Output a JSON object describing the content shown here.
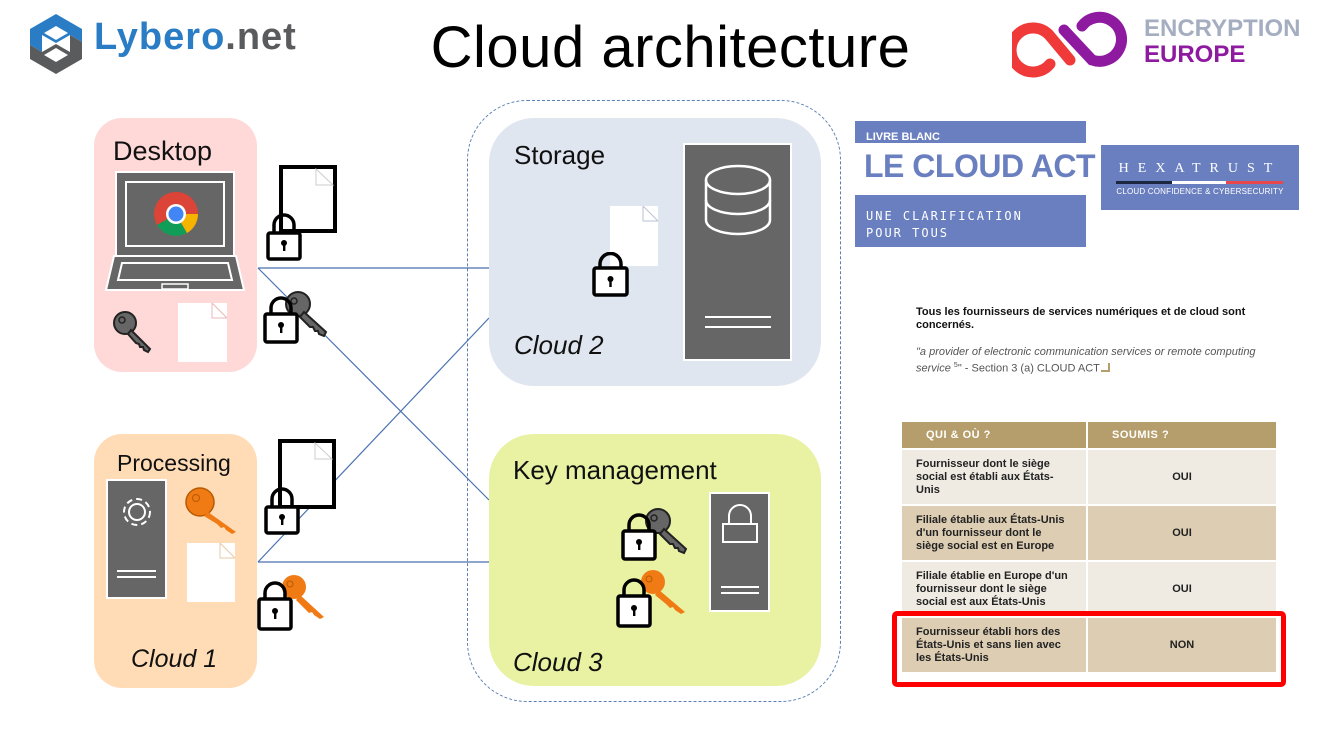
{
  "title": "Cloud architecture",
  "logos": {
    "lybero": {
      "part1": "Lybero",
      "part2": ".net"
    },
    "encryption_europe": {
      "line1": "ENCRYPTION",
      "line2": "EUROPE"
    }
  },
  "colors": {
    "lybero_blue": "#2a7cc4",
    "enc_red": "#f03a3a",
    "enc_purple": "#8e1aa0",
    "desktop_bg": "#ffd8d8",
    "processing_bg": "#ffdcb6",
    "storage_bg": "#dfe6f0",
    "keymgmt_bg": "#e9f2a2",
    "connector": "#4a72b0",
    "highlight": "#ff0000"
  },
  "diagram": {
    "desktop": {
      "label": "Desktop",
      "icons": [
        "laptop-icon",
        "chrome-icon",
        "grey-key-icon",
        "document-icon"
      ]
    },
    "processing": {
      "label": "Processing",
      "cloud": "Cloud 1",
      "icons": [
        "gear-server-icon",
        "orange-key-icon",
        "document-icon"
      ]
    },
    "storage": {
      "label": "Storage",
      "cloud": "Cloud 2",
      "icons": [
        "database-server-icon",
        "locked-document-icon"
      ]
    },
    "keymgmt": {
      "label": "Key management",
      "cloud": "Cloud 3",
      "icons": [
        "lock-server-icon",
        "locked-grey-key-icon",
        "locked-orange-key-icon"
      ]
    }
  },
  "cloudact": {
    "book": {
      "kicker": "LIVRE BLANC",
      "title": "LE CLOUD ACT",
      "subtitle_line1": "UNE CLARIFICATION",
      "subtitle_line2": "POUR TOUS"
    },
    "hexatrust": {
      "name": "HEXATRUST",
      "tagline": "CLOUD CONFIDENCE & CYBERSECURITY"
    },
    "intro": "Tous les fournisseurs de services numériques et de cloud sont concernés.",
    "quote": "\"a provider of electronic communication services or remote computing service",
    "quote_footnote": "5",
    "quote_source": "\" - Section 3 (a) CLOUD ACT",
    "table": {
      "headers": [
        "QUI & OÙ ?",
        "SOUMIS ?"
      ],
      "rows": [
        {
          "who": "Fournisseur dont le siège social est établi aux États-Unis",
          "subject": "OUI"
        },
        {
          "who": "Filiale établie aux États-Unis d'un fournisseur dont le siège social est en Europe",
          "subject": "OUI"
        },
        {
          "who": "Filiale établie en Europe d'un fournisseur dont le siège social est aux États-Unis",
          "subject": "OUI"
        },
        {
          "who": "Fournisseur établi hors des États-Unis et sans lien avec les États-Unis",
          "subject": "NON"
        }
      ]
    }
  }
}
